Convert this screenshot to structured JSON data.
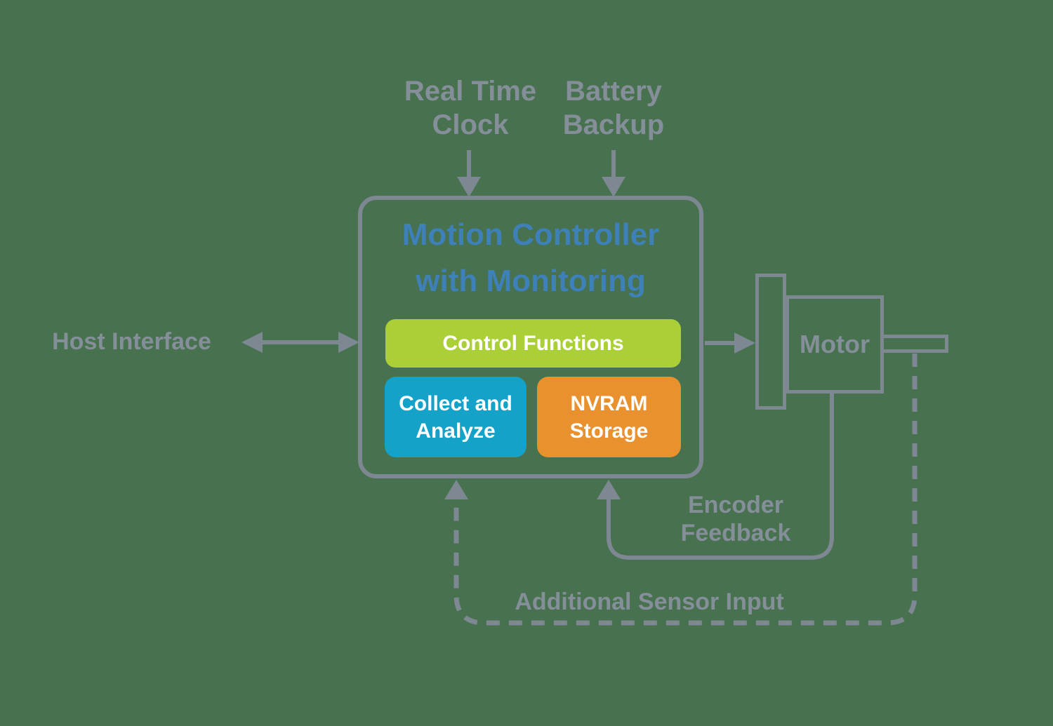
{
  "background": "#48714f",
  "colors": {
    "line_gray": "#7E8893",
    "label_gray": "#858F99",
    "title_blue": "#3E80B8",
    "control_functions_green": "#ABD037",
    "collect_analyze_teal": "#14A2C8",
    "nvram_storage_orange": "#E8912E",
    "block_text_white": "#ffffff"
  },
  "nodes": {
    "real_time_clock": {
      "label": "Real Time Clock"
    },
    "battery_backup": {
      "label": "Battery Backup"
    },
    "host_interface": {
      "label": "Host Interface"
    },
    "controller": {
      "title": "Motion Controller with Monitoring"
    },
    "control_functions": {
      "label": "Control Functions"
    },
    "collect_analyze": {
      "label": "Collect and Analyze"
    },
    "nvram_storage": {
      "label": "NVRAM Storage"
    },
    "motor": {
      "label": "Motor"
    },
    "encoder_feedback": {
      "label": "Encoder Feedback"
    },
    "additional_sensor_input": {
      "label": "Additional Sensor Input"
    }
  },
  "connections": [
    {
      "from": "real_time_clock",
      "to": "controller",
      "style": "solid-arrow"
    },
    {
      "from": "battery_backup",
      "to": "controller",
      "style": "solid-arrow"
    },
    {
      "from": "host_interface",
      "to": "controller",
      "style": "double-arrow"
    },
    {
      "from": "controller",
      "to": "motor",
      "style": "solid-arrow"
    },
    {
      "from": "motor",
      "to": "controller",
      "style": "solid-arrow",
      "label": "Encoder Feedback"
    },
    {
      "from": "motor_shaft",
      "to": "controller",
      "style": "dashed-arrow",
      "label": "Additional Sensor Input"
    }
  ]
}
